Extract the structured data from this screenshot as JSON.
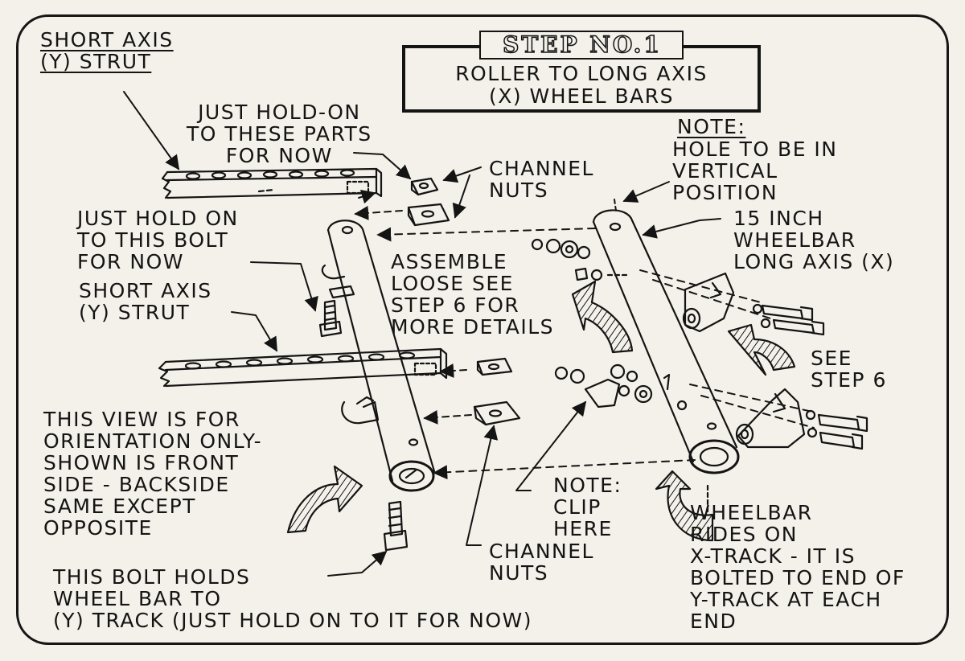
{
  "title": {
    "step": "STEP NO.1",
    "subtitle_line1": "ROLLER TO LONG AXIS",
    "subtitle_line2": "(X) WHEEL BARS"
  },
  "labels": {
    "short_axis_top": "SHORT AXIS\n(Y) STRUT",
    "hold_parts": "JUST HOLD-ON\nTO THESE PARTS\nFOR NOW",
    "channel_nuts_top": "CHANNEL\nNUTS",
    "note_hole_heading": "NOTE:",
    "note_hole_body": "HOLE TO BE IN\nVERTICAL\nPOSITION",
    "hold_bolt": "JUST HOLD ON\nTO THIS BOLT\nFOR NOW",
    "wheelbar_15": "15 INCH\nWHEELBAR\nLONG AXIS (X)",
    "short_axis_mid": "SHORT AXIS\n(Y) STRUT",
    "assemble_loose": "ASSEMBLE\nLOOSE SEE\nSTEP 6 FOR\nMORE DETAILS",
    "see_step6": "SEE\nSTEP 6",
    "orientation": "THIS VIEW IS FOR\nORIENTATION ONLY-\nSHOWN IS FRONT\nSIDE - BACKSIDE\nSAME EXCEPT\nOPPOSITE",
    "note_clip": "NOTE:\nCLIP\nHERE",
    "wheelbar_rides": "WHEELBAR\nRIDES ON\nX-TRACK - IT IS\nBOLTED TO END OF\nY-TRACK AT EACH\nEND",
    "channel_nuts_bottom": "CHANNEL\nNUTS",
    "bolt_holds": "THIS BOLT HOLDS\nWHEEL BAR TO\n(Y) TRACK (JUST HOLD ON TO IT FOR NOW)"
  },
  "colors": {
    "ink": "#141414",
    "paper": "#f4f1ea"
  }
}
